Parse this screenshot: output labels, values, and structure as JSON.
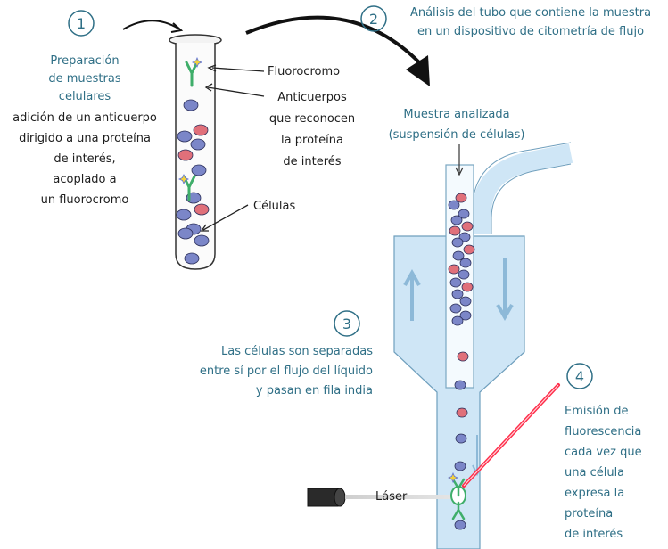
{
  "steps": [
    {
      "number": "1",
      "lines": [
        "Preparación",
        "de muestras",
        "celulares",
        "adición de un anticuerpo",
        "dirigido a una proteína",
        "de interés,",
        "acoplado a",
        "un fluorocromo"
      ]
    },
    {
      "number": "2",
      "lines": [
        "Análisis del tubo que contiene la muestra",
        "en un dispositivo de citometría de flujo"
      ]
    },
    {
      "number": "3",
      "lines": [
        "Las células son separadas",
        "entre sí por el flujo del líquido",
        "y pasan en fila india"
      ]
    },
    {
      "number": "4",
      "lines": [
        "Emisión de",
        "fluorescencia",
        "cada vez que",
        "una célula",
        "expresa la",
        "proteína",
        "de interés"
      ]
    }
  ],
  "labels": {
    "fluorochrome": "Fluorocromo",
    "antibodies": [
      "Anticuerpos",
      "que reconocen",
      "la proteína",
      "de interés"
    ],
    "cells": "Células",
    "sample": [
      "Muestra analizada",
      "(suspensión de células)"
    ],
    "laser": "Láser"
  },
  "colors": {
    "text_teal": "#2f6f86",
    "cell_red": "#e0707a",
    "cell_blue": "#7b86c8",
    "fluid_light_blue": "#cfe6f6",
    "antibody_green": "#3fae6a",
    "laser_red": "#ff2d4a"
  }
}
